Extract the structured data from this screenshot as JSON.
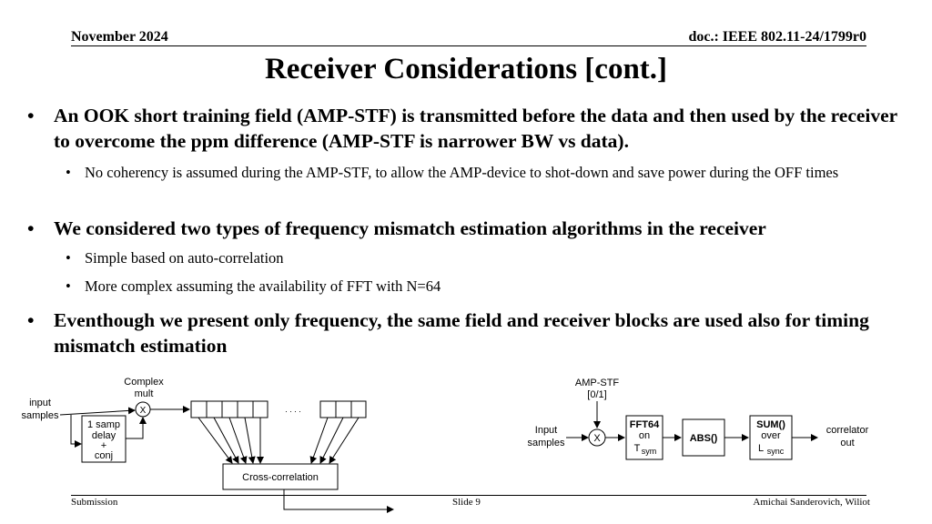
{
  "header": {
    "date": "November 2024",
    "doc": "doc.: IEEE 802.11-24/1799r0"
  },
  "title": "Receiver Considerations [cont.]",
  "bullet_char": "•",
  "bullets": [
    {
      "text": "An OOK short training field (AMP-STF) is transmitted before the data and then used by the receiver to overcome the ppm difference (AMP-STF is narrower BW vs data)."
    },
    {
      "text": "No coherency is assumed during the AMP-STF, to allow the AMP-device to shot-down and save power during the OFF times"
    },
    {
      "text": "We considered two types of frequency mismatch estimation algorithms in the receiver"
    },
    {
      "text": "Simple based on auto-correlation"
    },
    {
      "text": "More complex assuming the availability of FFT with N=64"
    },
    {
      "text": "Eventhough we present only frequency, the same field and receiver blocks are used also for timing mismatch estimation"
    }
  ],
  "diagram_left": {
    "input_label_1": "input",
    "input_label_2": "samples",
    "mult_label_1": "Complex",
    "mult_label_2": "mult",
    "mult_symbol": "X",
    "delay_1": "1 samp",
    "delay_2": "delay",
    "delay_3": "+",
    "delay_4": "conj",
    "ellipsis": ". . . .",
    "xcorr": "Cross-correlation"
  },
  "diagram_right": {
    "amp_1": "AMP-STF",
    "amp_2": "[0/1]",
    "input_1": "Input",
    "input_2": "samples",
    "mult_symbol": "X",
    "fft_1": "FFT64",
    "fft_2": "on",
    "fft_3": "T",
    "fft_3_sub": "sym",
    "abs": "ABS()",
    "sum_1": "SUM()",
    "sum_2": "over",
    "sum_3": "L",
    "sum_3_sub": "sync",
    "out_1": "correlator",
    "out_2": "out"
  },
  "footer": {
    "left": "Submission",
    "center": "Slide 9",
    "right": "Amichai Sanderovich, Wiliot"
  }
}
